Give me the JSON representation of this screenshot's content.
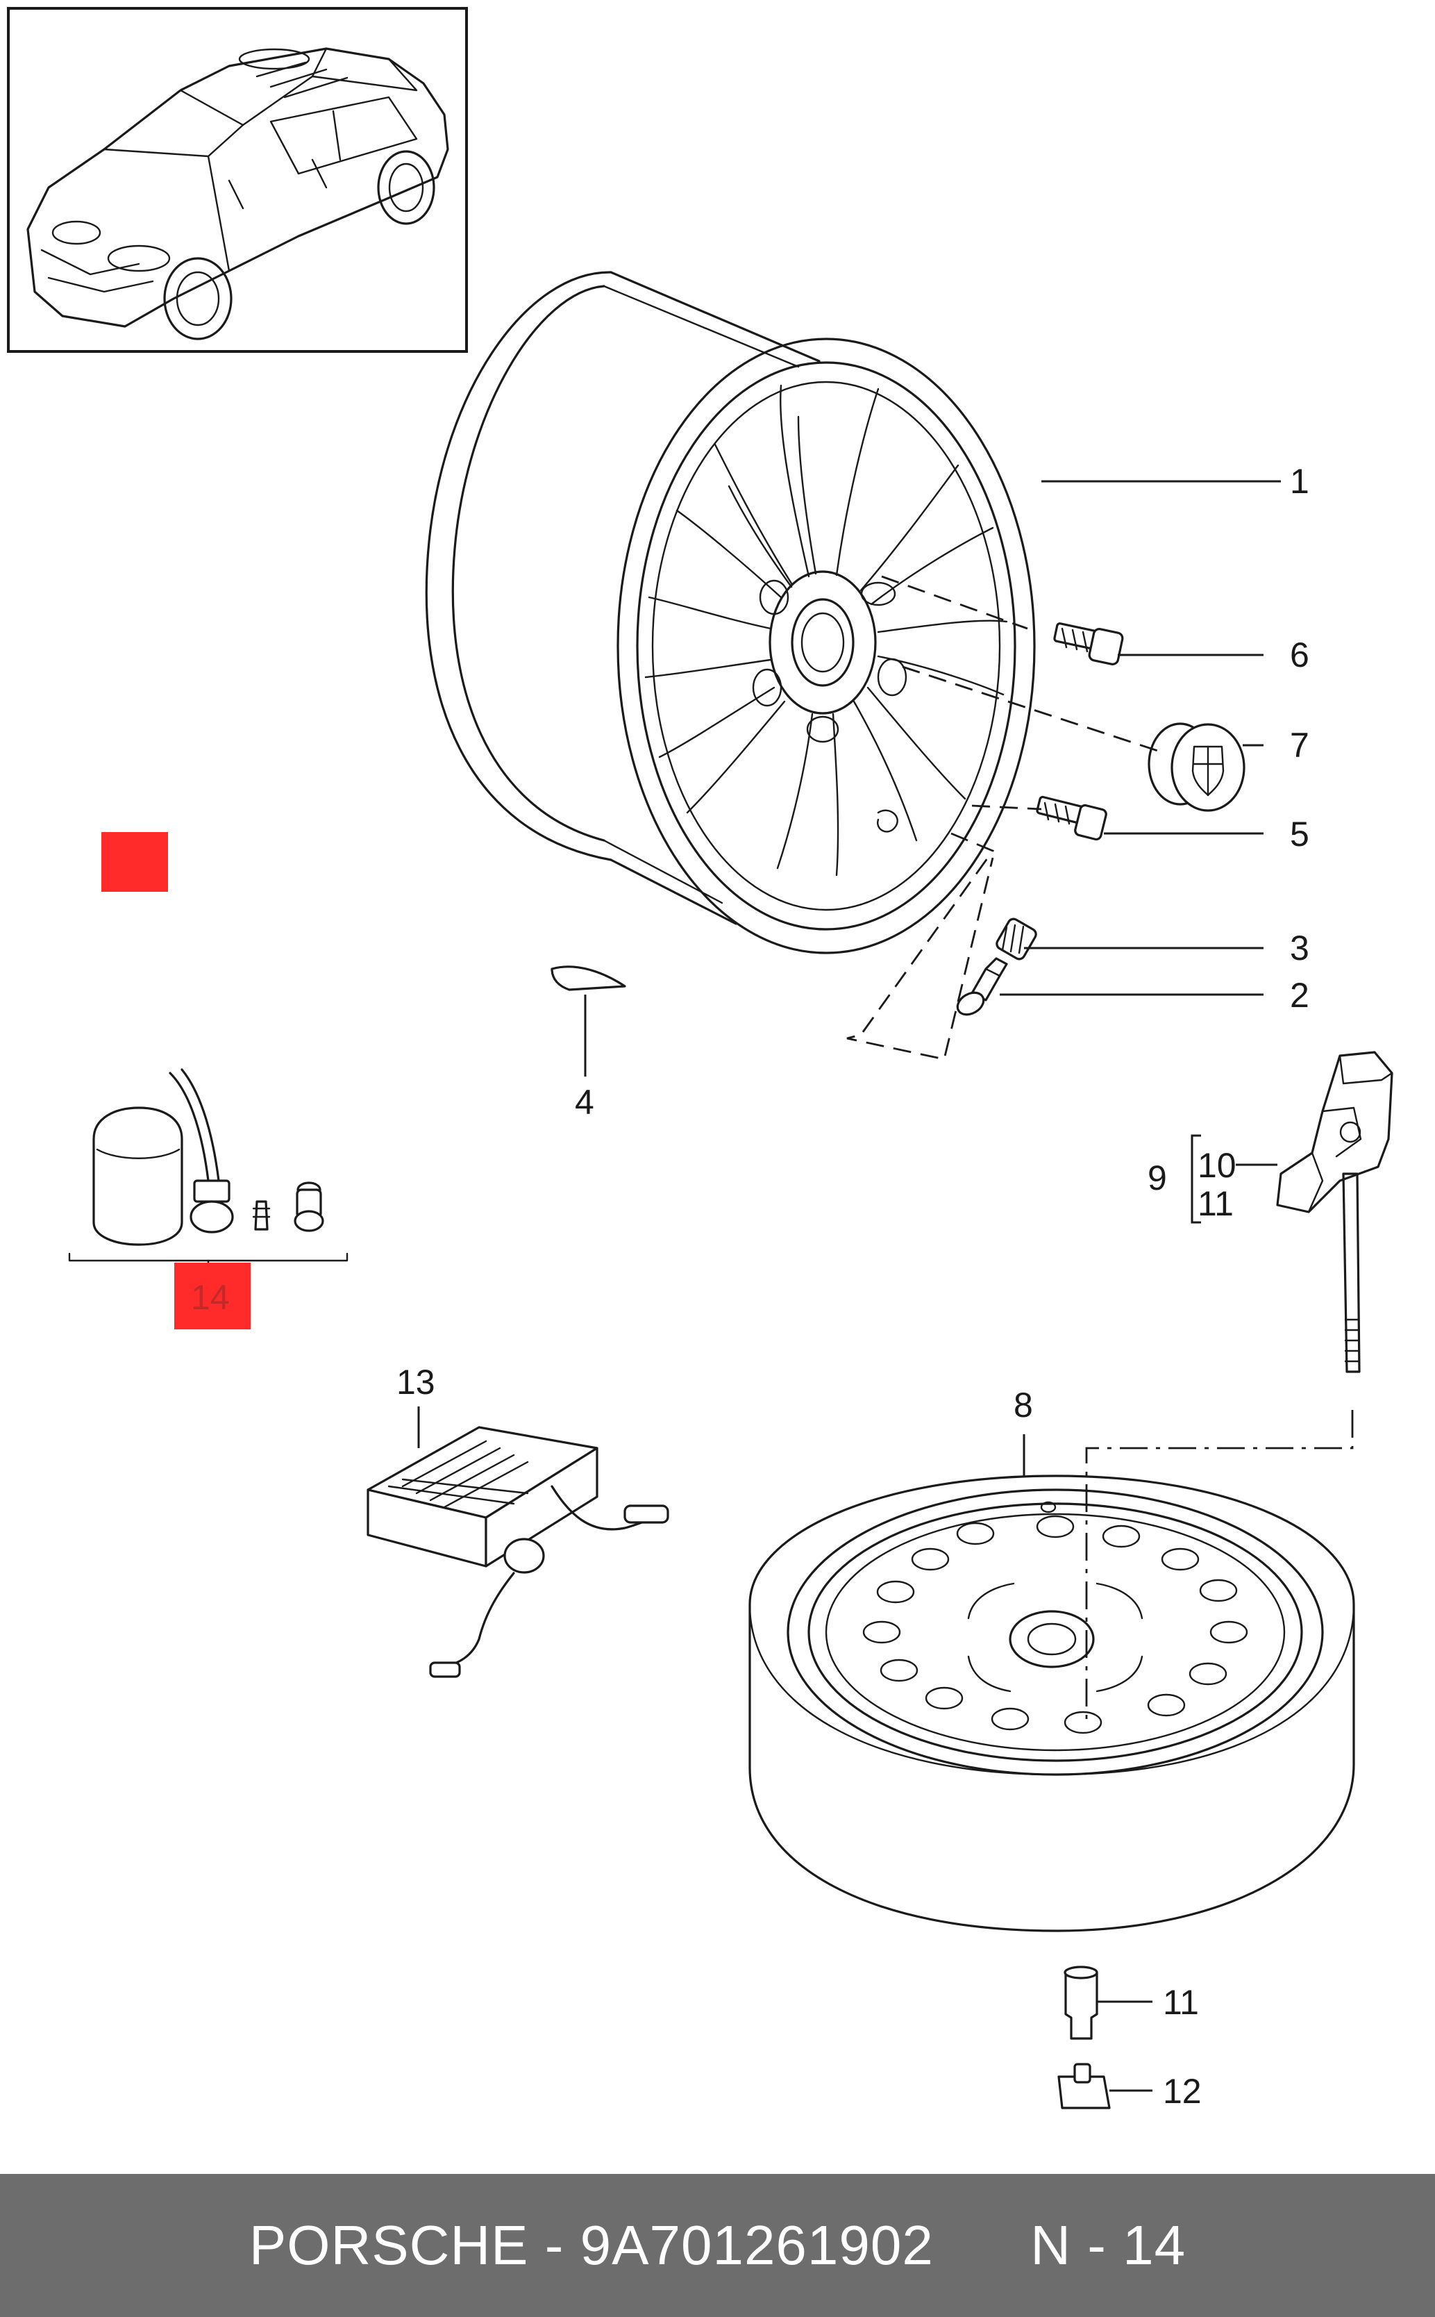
{
  "parts": {
    "p1": "1",
    "p2": "2",
    "p3": "3",
    "p4": "4",
    "p5": "5",
    "p6": "6",
    "p7": "7",
    "p8": "8",
    "p9": "9",
    "p10": "10",
    "p11a": "11",
    "p11b": "11",
    "p12": "12",
    "p13": "13",
    "p14": "14"
  },
  "colors": {
    "highlight": "#ff2a2a",
    "footer_bg": "#6d6d6d",
    "footer_text": "#ffffff"
  },
  "footer": {
    "brand": "PORSCHE",
    "separator": " - ",
    "part_number": "9A701261902",
    "diagram_ref": "N - 14"
  }
}
